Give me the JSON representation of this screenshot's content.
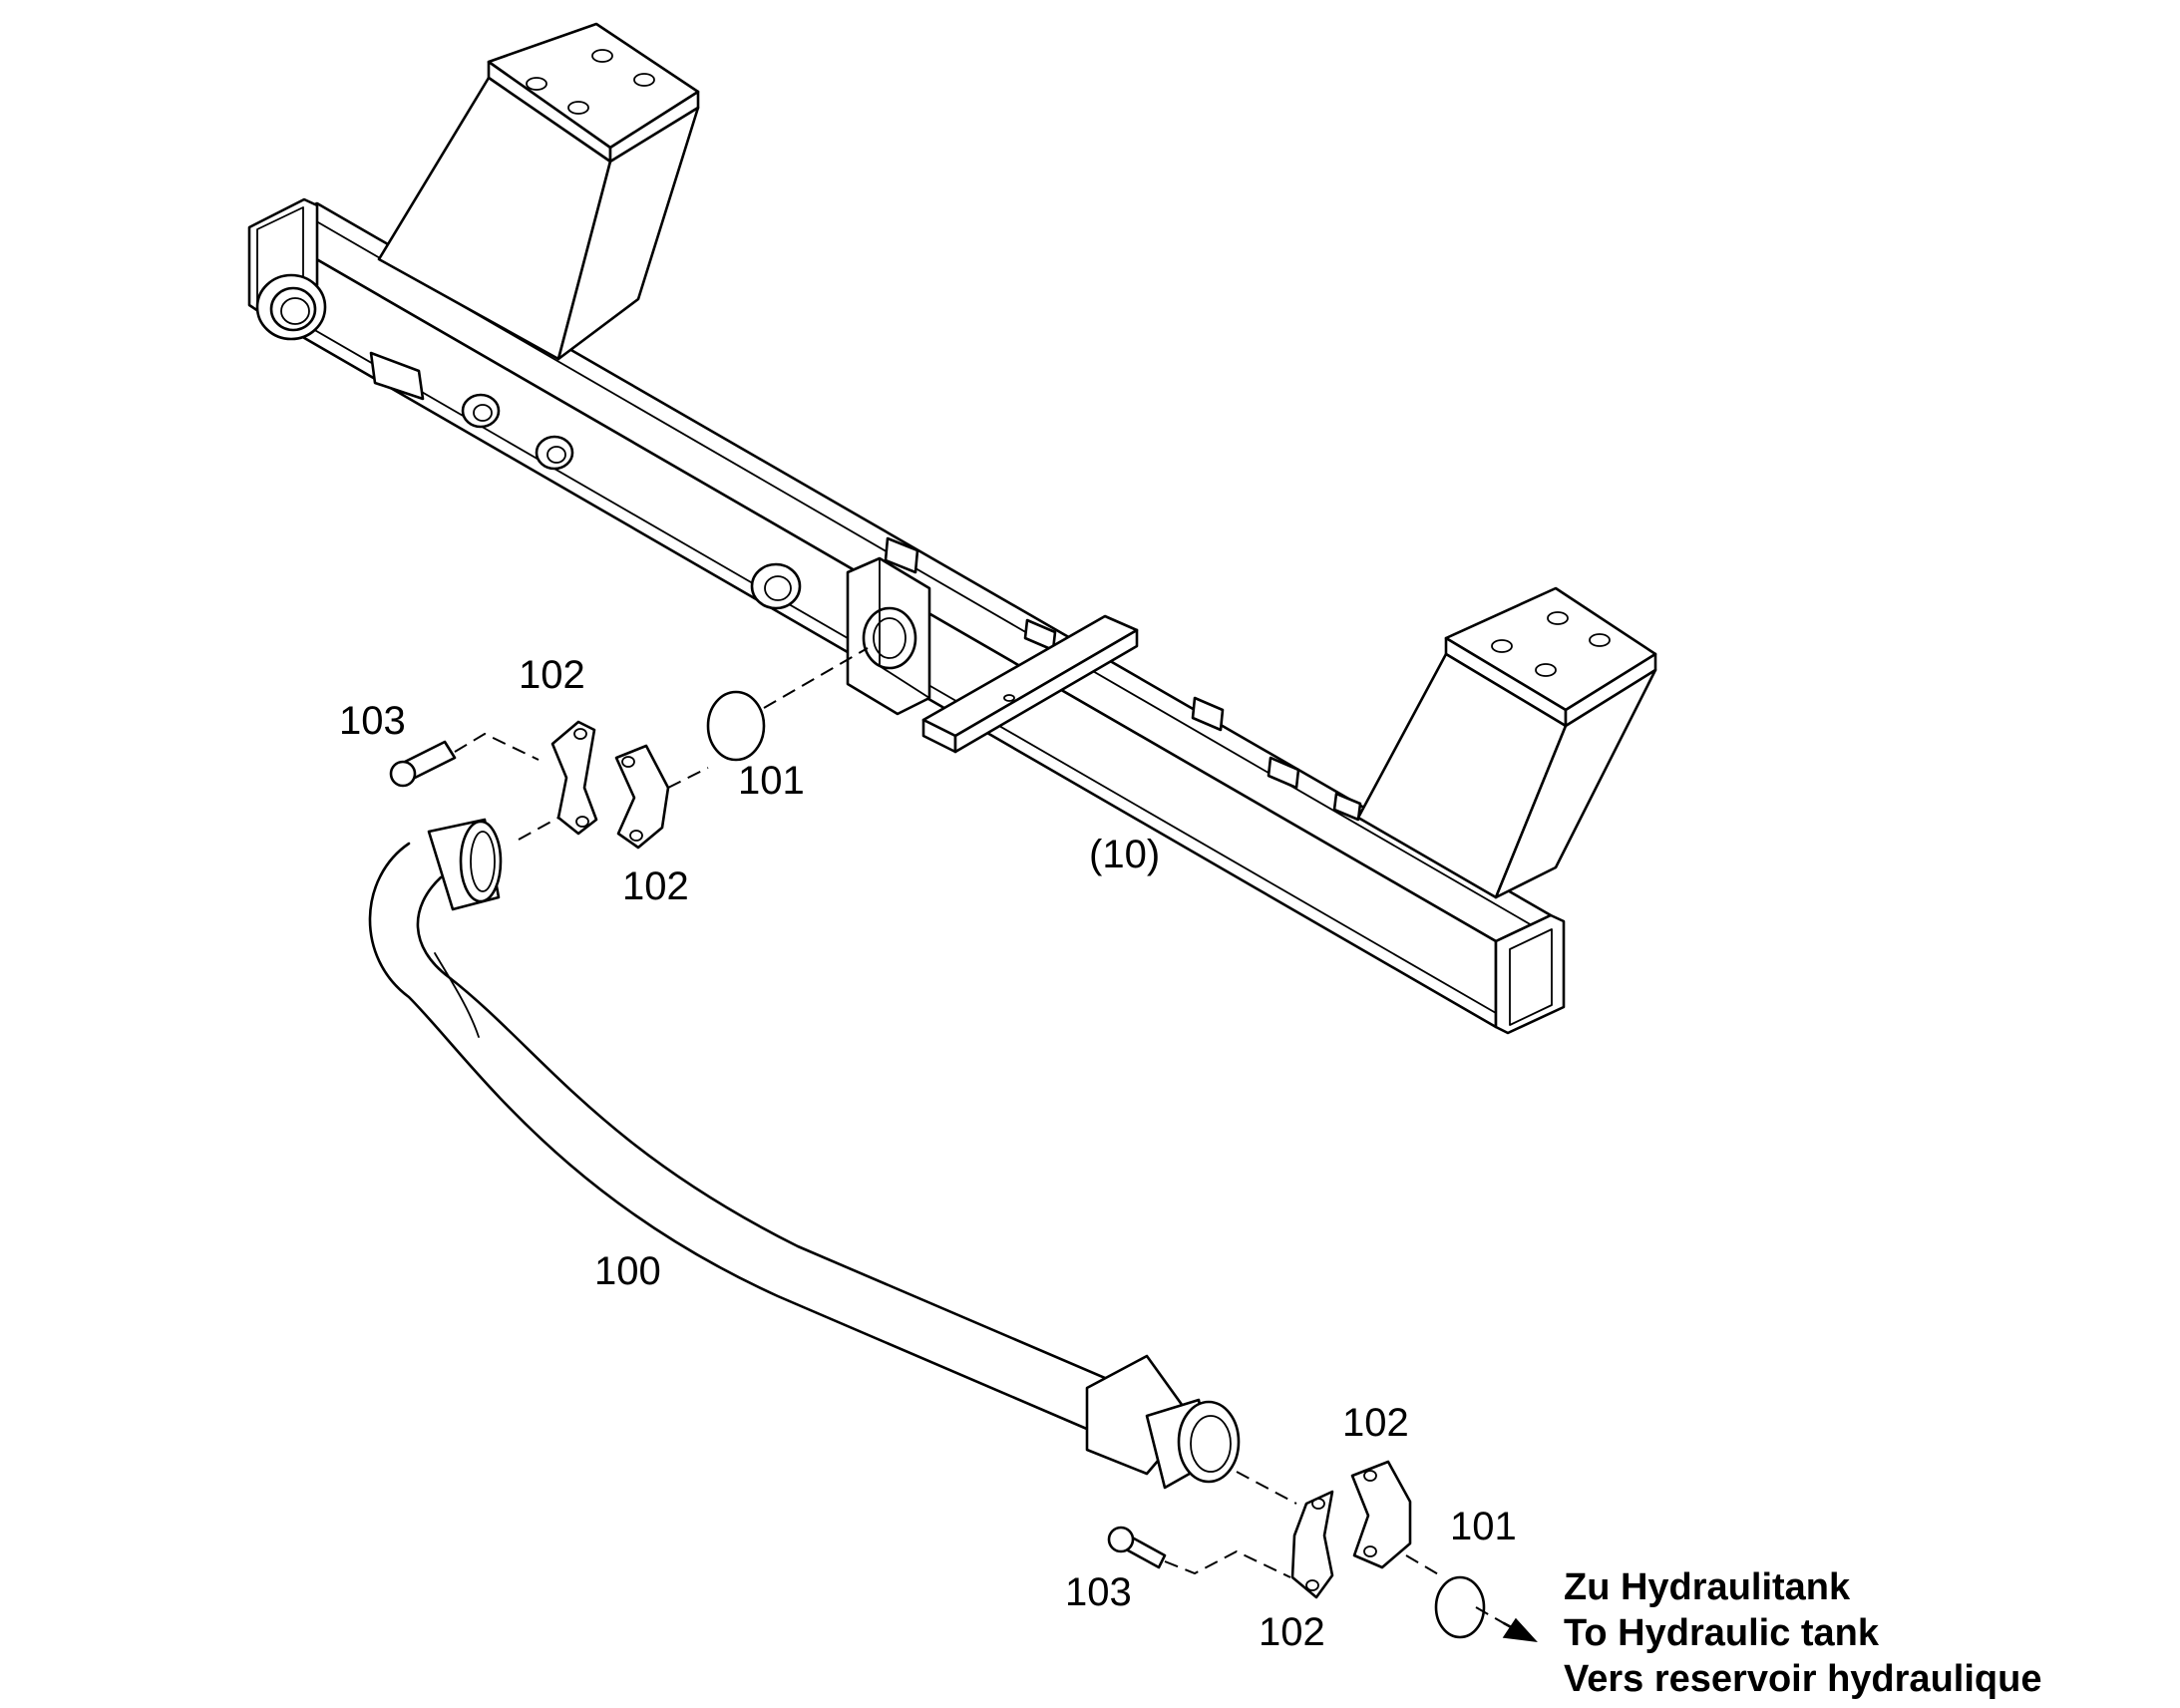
{
  "labels": {
    "assembly": "(10)",
    "hose": "100",
    "oring_top": "101",
    "oring_bottom": "101",
    "clamp_top_upper": "102",
    "clamp_top_lower": "102",
    "clamp_bottom_upper": "102",
    "clamp_bottom_lower": "102",
    "screw_top": "103",
    "screw_bottom": "103"
  },
  "note": {
    "line_de": "Zu Hydraulitank",
    "line_en": "To Hydraulic tank",
    "line_fr": "Vers reservoir hydraulique"
  }
}
